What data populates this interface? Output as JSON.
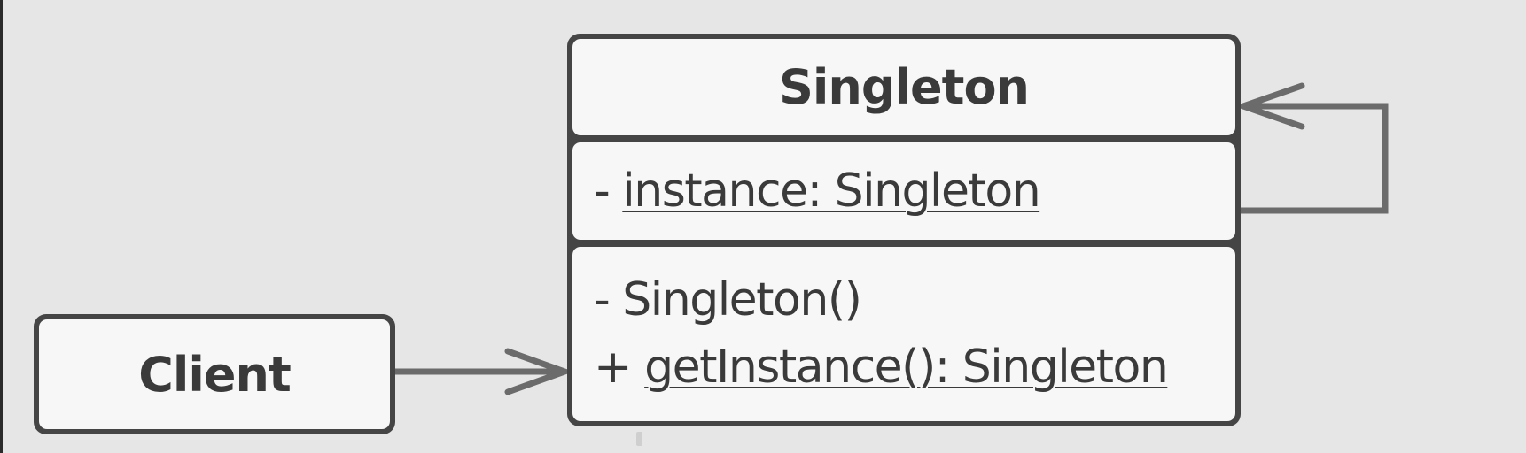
{
  "diagram": {
    "singleton_class": {
      "name": "Singleton",
      "attribute": {
        "visibility": "-",
        "text": "instance: Singleton"
      },
      "operations": [
        {
          "visibility": "-",
          "text": "Singleton()"
        },
        {
          "visibility": "+",
          "text": "getInstance(): Singleton"
        }
      ]
    },
    "client_class": {
      "name": "Client"
    }
  },
  "colors": {
    "background": "#e6e6e6",
    "box_border": "#454545",
    "box_fill": "#f7f7f7",
    "text": "#3a3a3a",
    "connector": "#6b6b6b"
  }
}
